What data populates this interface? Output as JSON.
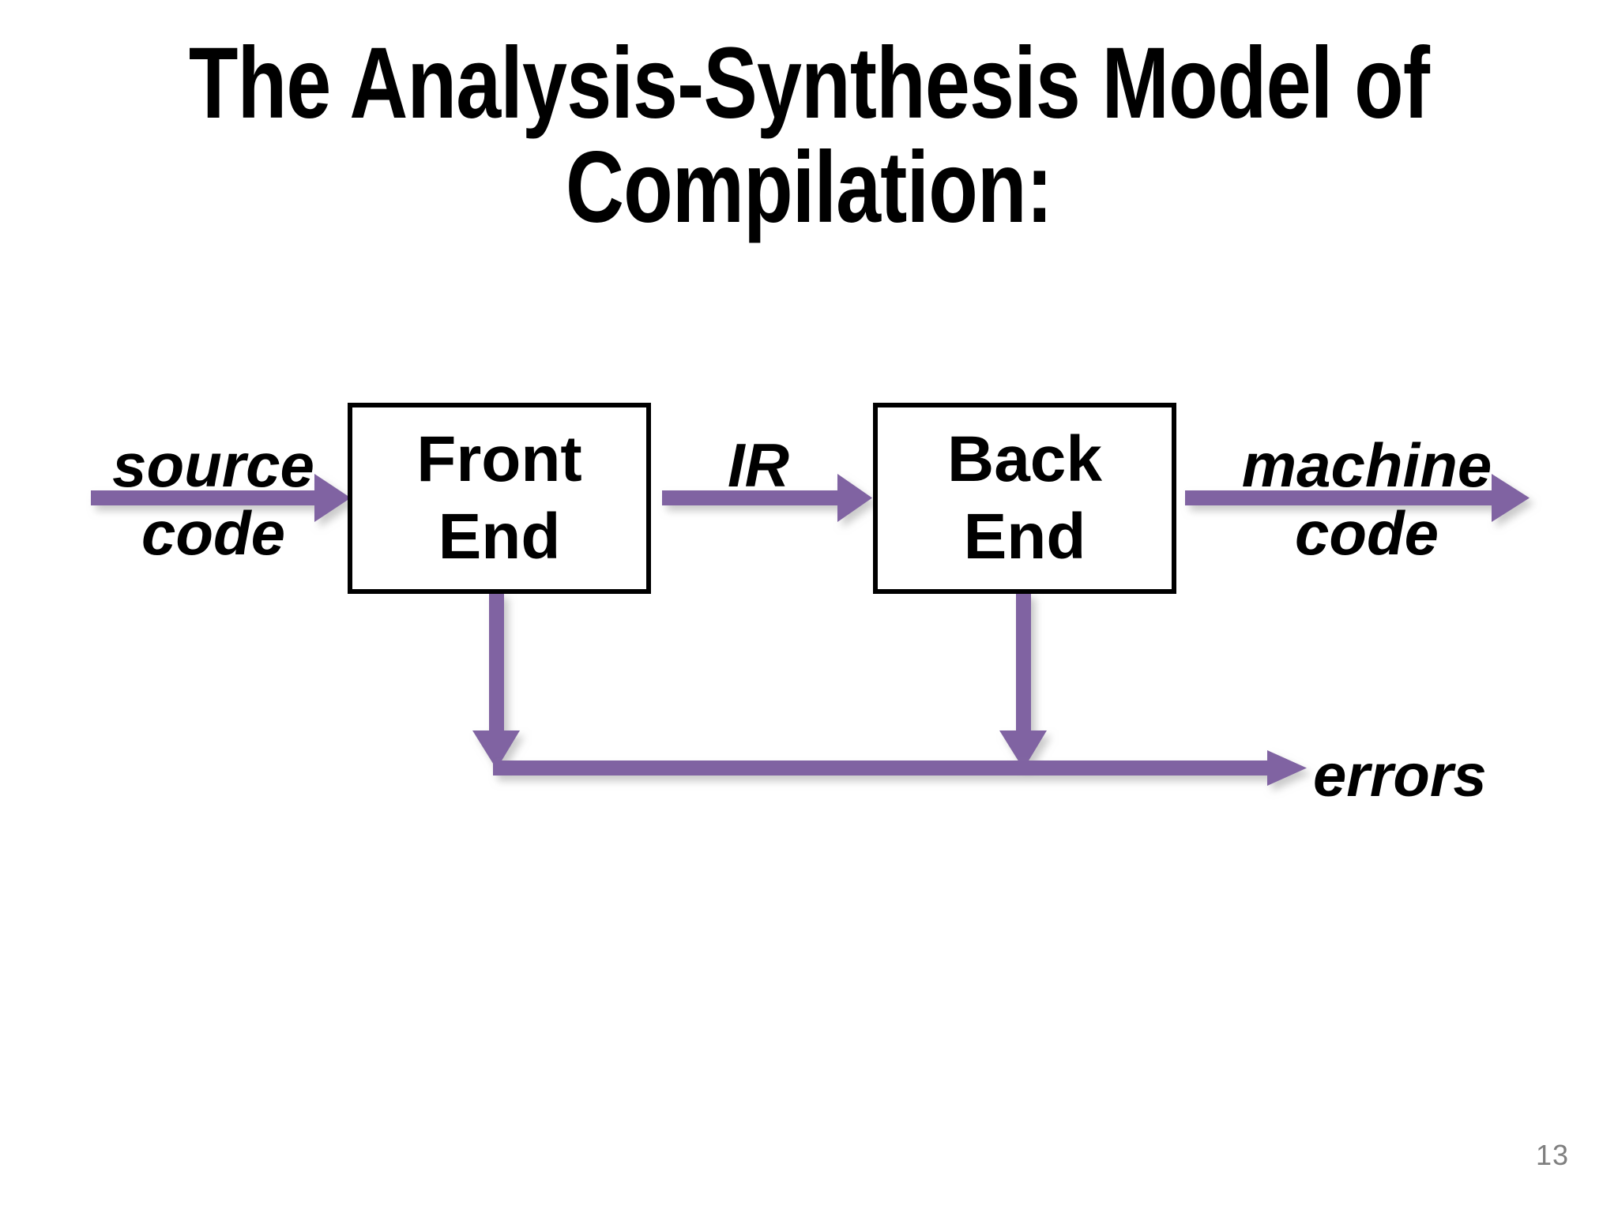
{
  "slide": {
    "title": "The Analysis-Synthesis Model of\nCompilation:",
    "page_number": "13",
    "background_color": "#FFFFFF",
    "title_color": "#000000",
    "page_number_color": "#7F7F7F"
  },
  "diagram": {
    "type": "flow",
    "accent_color": "#8064A2",
    "box_border_color": "#000000",
    "box_fill_color": "#FFFFFF",
    "boxes": [
      {
        "id": "front-end",
        "lines": [
          "Front",
          "End"
        ]
      },
      {
        "id": "back-end",
        "lines": [
          "Back",
          "End"
        ]
      }
    ],
    "edge_labels": {
      "source_code": {
        "top": "source",
        "bottom": "code"
      },
      "ir": {
        "top": "IR",
        "bottom": ""
      },
      "machine_code": {
        "top": "machine",
        "bottom": "code"
      },
      "errors": {
        "text": "errors"
      }
    },
    "arrows": [
      {
        "id": "source-to-front-end",
        "from": "source code",
        "to": "Front End",
        "direction": "right"
      },
      {
        "id": "front-end-to-back-end",
        "from": "Front End",
        "to": "Back End",
        "direction": "right",
        "label": "IR"
      },
      {
        "id": "back-end-to-machine",
        "from": "Back End",
        "to": "machine code",
        "direction": "right"
      },
      {
        "id": "front-end-to-errors",
        "from": "Front End",
        "to": "errors",
        "direction": "down"
      },
      {
        "id": "back-end-to-errors",
        "from": "Back End",
        "to": "errors",
        "direction": "down"
      },
      {
        "id": "errors-bus",
        "from": "error collection",
        "to": "errors",
        "direction": "right"
      }
    ]
  }
}
